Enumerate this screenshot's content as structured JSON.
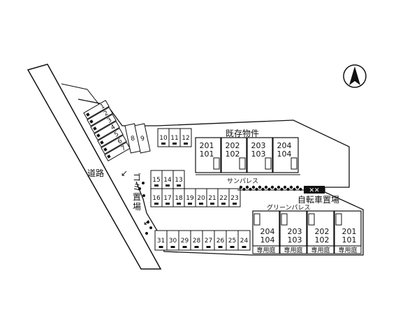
{
  "labels": {
    "existing": "既存物件",
    "road": "道路",
    "garbage": "ゴミ置場",
    "sunpalace": "サンパレス",
    "bicycle": "自転車置場",
    "greenpalace": "グリーンパレス"
  },
  "existing_units": [
    {
      "upper": "201",
      "lower": "101"
    },
    {
      "upper": "202",
      "lower": "102"
    },
    {
      "upper": "203",
      "lower": "103"
    },
    {
      "upper": "204",
      "lower": "104"
    }
  ],
  "green_units": [
    {
      "upper": "204",
      "lower": "104",
      "garden": "専用庭"
    },
    {
      "upper": "203",
      "lower": "103",
      "garden": "専用庭"
    },
    {
      "upper": "202",
      "lower": "102",
      "garden": "専用庭"
    },
    {
      "upper": "201",
      "lower": "101",
      "garden": "専用庭"
    }
  ],
  "parking": {
    "diagonal": [
      "1",
      "2",
      "3",
      "4",
      "5",
      "6",
      "7"
    ],
    "pair": [
      "8",
      "9"
    ],
    "top_row": [
      "10",
      "11",
      "12"
    ],
    "middle_upper": [
      "15",
      "14",
      "13"
    ],
    "middle_lower": [
      "16",
      "17",
      "18",
      "19",
      "20",
      "21",
      "22",
      "23"
    ],
    "bottom_row": [
      "31",
      "30",
      "29",
      "28",
      "27",
      "26",
      "25",
      "24"
    ]
  },
  "colors": {
    "line": "#111111",
    "background": "#ffffff"
  }
}
